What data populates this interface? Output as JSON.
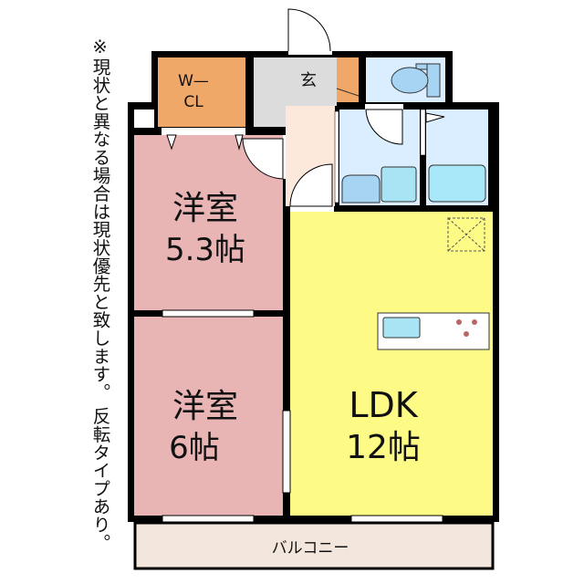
{
  "note": "※現状と異なる場合は現状優先と致します。 反転タイプあり。",
  "rooms": {
    "wcl_line1": "W—",
    "wcl_line2": "CL",
    "entrance": "玄",
    "western1_name": "洋室",
    "western1_size": "5.3帖",
    "western2_name": "洋室",
    "western2_size": "6帖",
    "ldk_name": "LDK",
    "ldk_size": "12帖",
    "balcony": "バルコニー"
  },
  "colors": {
    "closet": "#f0a868",
    "entrance": "#dcdcdc",
    "hall": "#fde8dc",
    "wet": "#dbeeff",
    "western": "#e8b4b4",
    "ldk": "#fdfb86",
    "balcony": "#f3e6dc"
  }
}
